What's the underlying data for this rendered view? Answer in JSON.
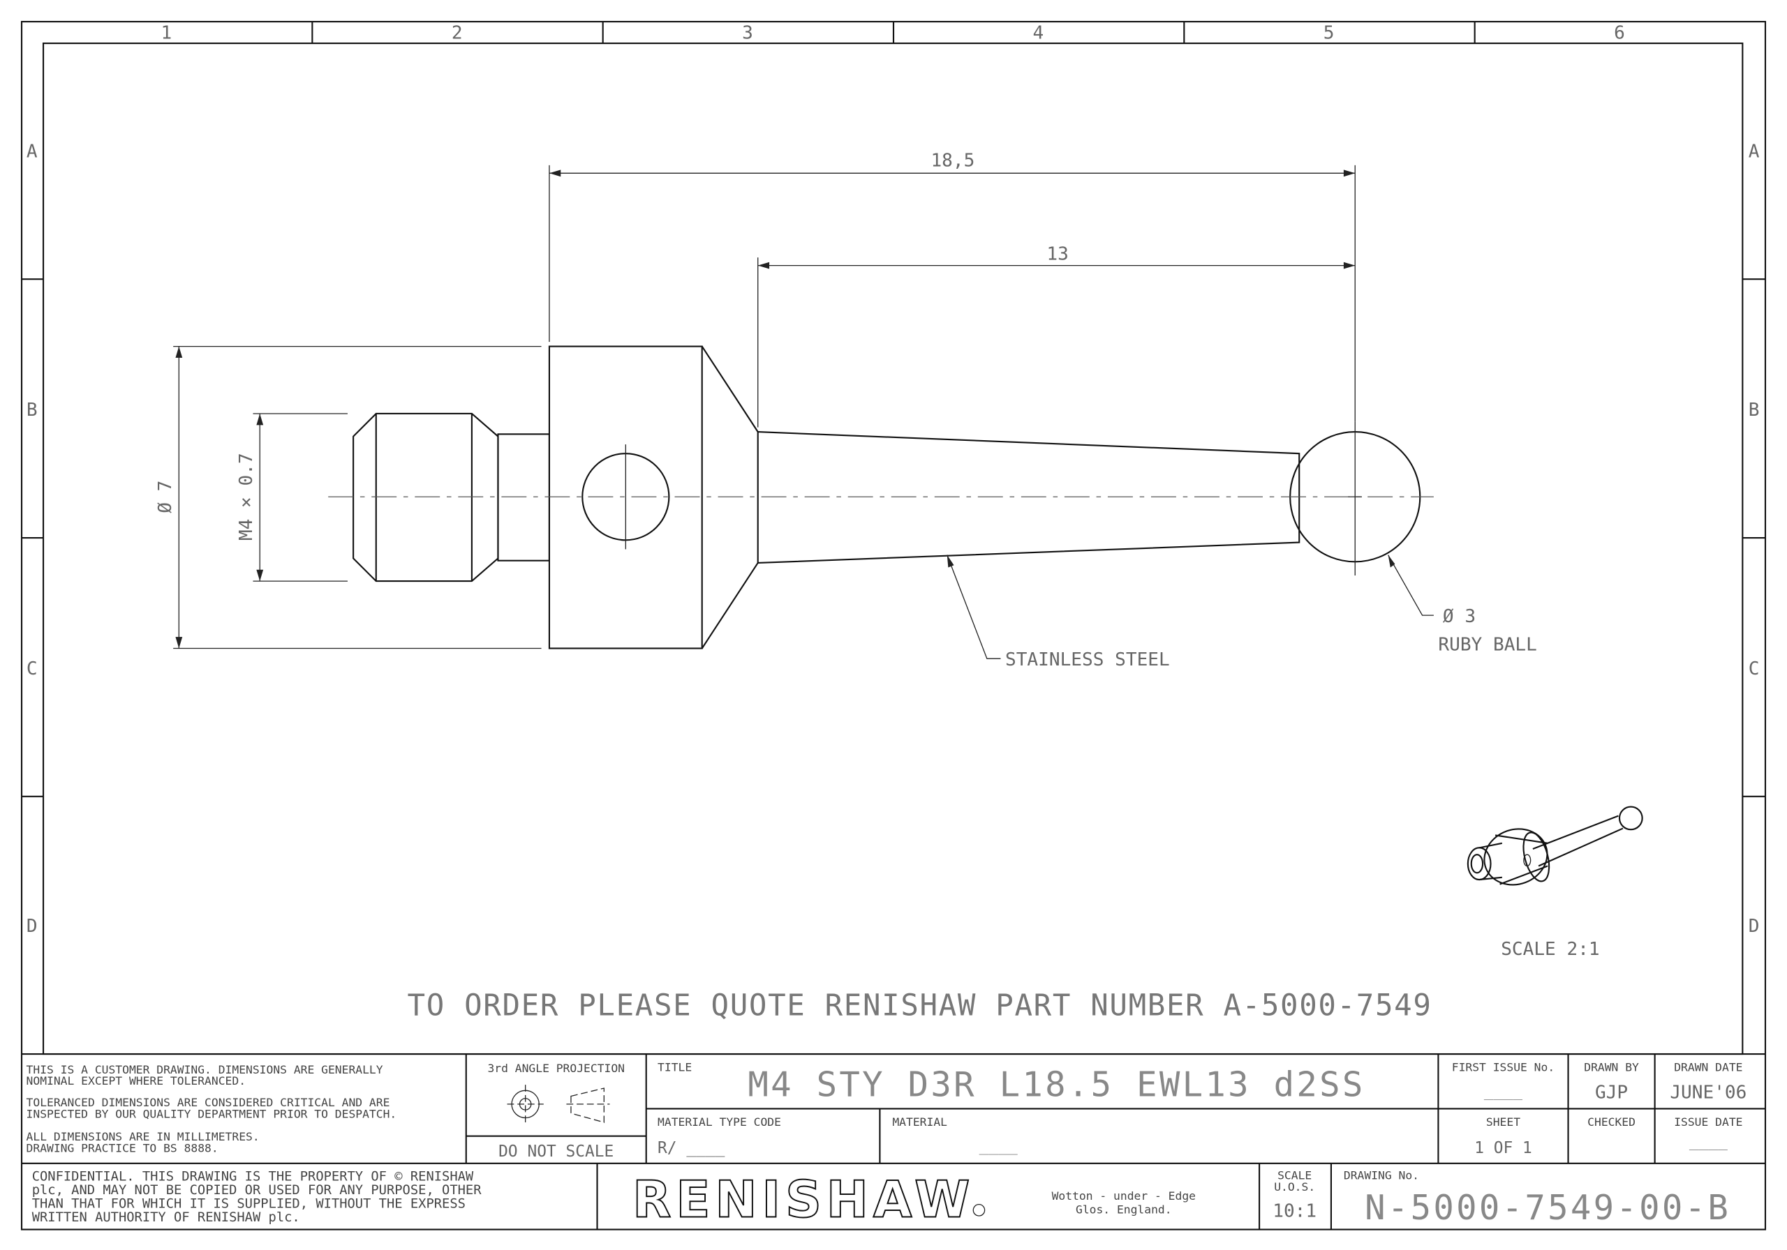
{
  "frame": {
    "columns": [
      "1",
      "2",
      "3",
      "4",
      "5",
      "6"
    ],
    "rows": [
      "A",
      "B",
      "C",
      "D"
    ]
  },
  "drawing": {
    "dim_overall": "18,5",
    "dim_ewl": "13",
    "dim_body_dia": "Ø 7",
    "dim_thread": "M4 × 0.7",
    "stem_note": "STAINLESS STEEL",
    "ball_dia": "Ø 3",
    "ball_note": "RUBY BALL",
    "iso_scale": "SCALE 2:1",
    "order_note": "TO ORDER PLEASE QUOTE RENISHAW PART NUMBER A-5000-7549"
  },
  "title_block": {
    "notes": [
      "THIS IS A CUSTOMER DRAWING. DIMENSIONS ARE GENERALLY",
      "NOMINAL EXCEPT WHERE TOLERANCED.",
      "TOLERANCED DIMENSIONS ARE CONSIDERED CRITICAL AND ARE",
      "INSPECTED BY OUR QUALITY DEPARTMENT PRIOR TO DESPATCH.",
      "ALL DIMENSIONS ARE IN MILLIMETRES.",
      "DRAWING PRACTICE TO BS 8888."
    ],
    "projection_label": "3rd ANGLE PROJECTION",
    "do_not_scale": "DO NOT SCALE",
    "title_label": "TITLE",
    "title": "M4 STY D3R L18.5 EWL13 d2SS",
    "material_type_code_label": "MATERIAL TYPE CODE",
    "material_type_code": "R/ ____",
    "material_label": "MATERIAL",
    "material": "____",
    "first_issue_label": "FIRST ISSUE No.",
    "first_issue": "____",
    "drawn_by_label": "DRAWN BY",
    "drawn_by": "GJP",
    "drawn_date_label": "DRAWN DATE",
    "drawn_date": "JUNE'06",
    "sheet_label": "SHEET",
    "sheet": "1 OF 1",
    "checked_label": "CHECKED",
    "issue_date_label": "ISSUE DATE",
    "issue_date": "____",
    "confidential": [
      "CONFIDENTIAL. THIS DRAWING IS THE PROPERTY OF © RENISHAW",
      "plc, AND MAY NOT BE COPIED OR USED FOR ANY PURPOSE, OTHER",
      "THAN THAT FOR WHICH IT IS SUPPLIED, WITHOUT THE EXPRESS",
      "WRITTEN AUTHORITY OF RENISHAW plc."
    ],
    "logo": "RENISHAW",
    "address_line1": "Wotton - under - Edge",
    "address_line2": "Glos. England.",
    "scale_label_1": "SCALE",
    "scale_label_2": "U.O.S.",
    "scale": "10:1",
    "drawing_no_label": "DRAWING No.",
    "drawing_no": "N-5000-7549-00-B"
  }
}
